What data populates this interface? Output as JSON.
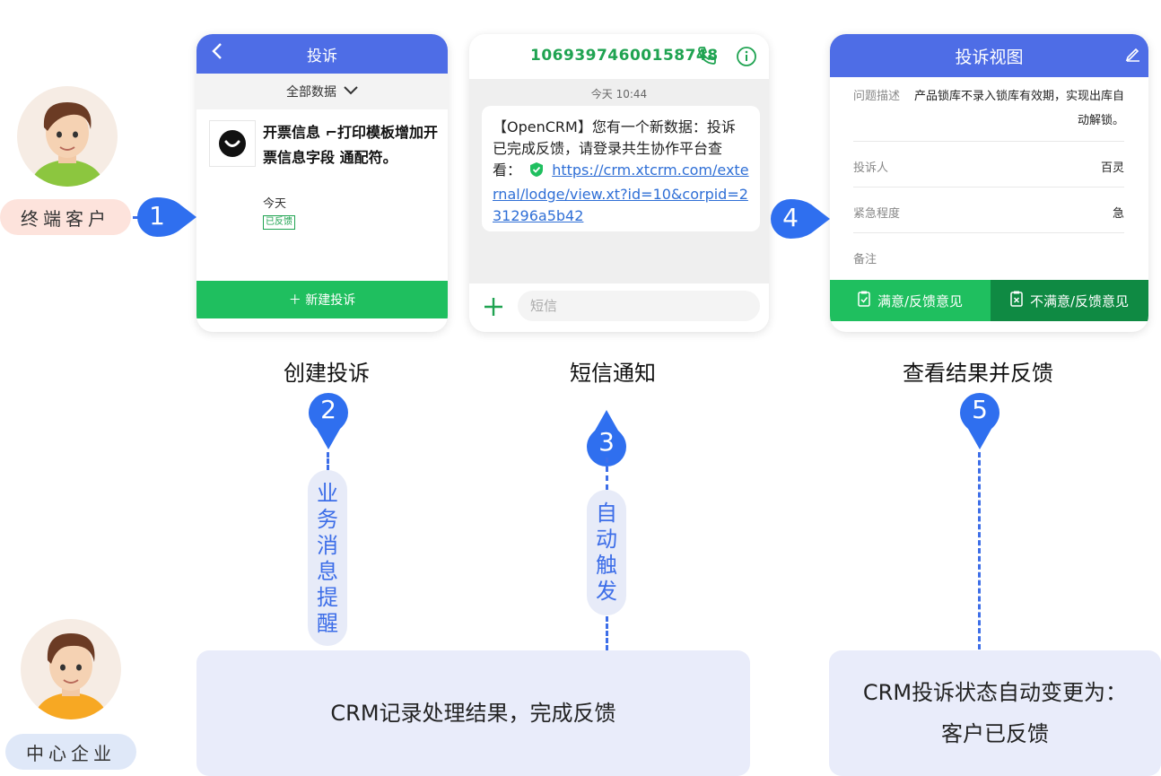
{
  "roles": {
    "customer": "终端客户",
    "enterprise": "中心企业"
  },
  "colors": {
    "accent_blue": "#4e6de6",
    "green": "#1fbf5f",
    "dark_green": "#0f8a43",
    "marker_blue": "#2f6fef",
    "customer_pill": "#fde3dc",
    "enterprise_pill": "#dfe8f8"
  },
  "steps": {
    "n1": "1",
    "n2": "2",
    "n3": "3",
    "n4": "4",
    "n5": "5",
    "label_create": "创建投诉",
    "label_sms": "短信通知",
    "label_view": "查看结果并反馈"
  },
  "tags": {
    "business": "业务消息提醒",
    "auto": "自动触发"
  },
  "boxes": {
    "record": "CRM记录处理结果，完成反馈",
    "status_line1": "CRM投诉状态自动变更为：",
    "status_line2": "客户已反馈"
  },
  "card_complaint": {
    "title": "投诉",
    "filter": "全部数据",
    "item_title": "开票信息 ⌐打印模板增加开票信息字段 通配符。",
    "item_date": "今天",
    "item_status": "已反馈",
    "new_button": "＋ 新建投诉",
    "icons": [
      "back-icon",
      "chevron-down-icon",
      "logo-icon"
    ]
  },
  "card_sms": {
    "phone": "10693974600158748",
    "time": "今天 10:44",
    "message": "【OpenCRM】您有一个新数据：投诉已完成反馈，请登录共生协作平台查看：",
    "link": "https://crm.xtcrm.com/external/lodge/view.xt?id=10&corpid=231296a5b42",
    "input_placeholder": "短信",
    "icons": [
      "phone-icon",
      "info-icon",
      "shield-check-icon",
      "plus-icon"
    ]
  },
  "card_view": {
    "title": "投诉视图",
    "rows": [
      {
        "label": "问题描述",
        "value": "产品锁库不录入锁库有效期，实现出库自动解锁。"
      },
      {
        "label": "投诉人",
        "value": "百灵"
      },
      {
        "label": "紧急程度",
        "value": "急"
      },
      {
        "label": "备注",
        "value": ""
      }
    ],
    "satisfied": "满意/反馈意见",
    "unsatisfied": "不满意/反馈意见",
    "icons": [
      "edit-icon",
      "clipboard-check-icon",
      "clipboard-x-icon"
    ]
  }
}
